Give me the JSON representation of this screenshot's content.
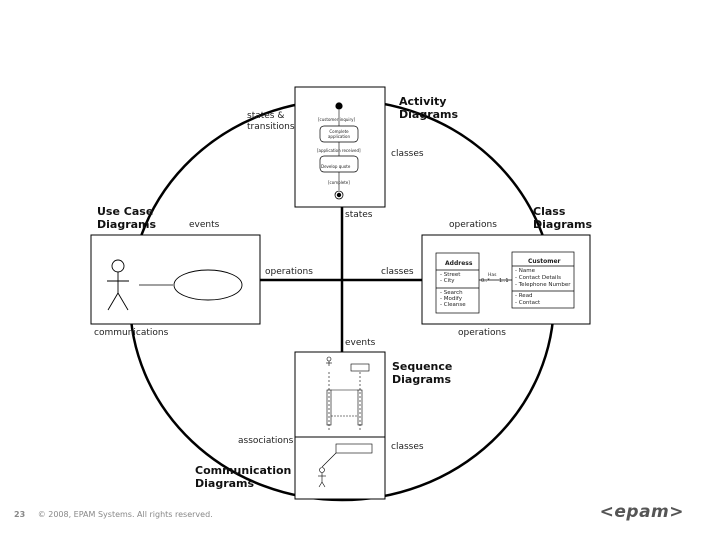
{
  "diagrams": {
    "activity": {
      "title_line1": "Activity",
      "title_line2": "Diagrams",
      "nodes": [
        "Complete application",
        "Develop quote"
      ],
      "guards": [
        "[customer inquiry]",
        "[application received]",
        "[complete]"
      ]
    },
    "class": {
      "title_line1": "Class",
      "title_line2": "Diagrams",
      "address": {
        "name": "Address",
        "attributes": [
          "- Street",
          "- City"
        ],
        "operations": [
          "- Search",
          "- Modify",
          "- Cleanse"
        ]
      },
      "customer": {
        "name": "Customer",
        "attributes": [
          "- Name",
          "- Contact Details",
          "- Telephone Number"
        ],
        "operations": [
          "- Read",
          "- Contact"
        ]
      },
      "association": {
        "left_mult": "0..*",
        "right_mult": "1..1",
        "role": "Has"
      }
    },
    "use_case": {
      "title_line1": "Use Case",
      "title_line2": "Diagrams"
    },
    "sequence": {
      "title_line1": "Sequence",
      "title_line2": "Diagrams"
    },
    "communication": {
      "title_line1": "Communication",
      "title_line2": "Diagrams"
    }
  },
  "relations": {
    "states_transitions_1": "states &",
    "states_transitions_2": "transitions",
    "classes_top_right": "classes",
    "states_center": "states",
    "events_left": "events",
    "operations_right_top": "operations",
    "operations_center": "operations",
    "classes_center": "classes",
    "communications": "communications",
    "operations_right_bottom": "operations",
    "events_center": "events",
    "associations": "associations",
    "classes_bottom_right": "classes"
  },
  "footer": {
    "page_number": "23",
    "copyright": "© 2008, EPAM Systems. All rights reserved.",
    "logo": "<epam>"
  }
}
